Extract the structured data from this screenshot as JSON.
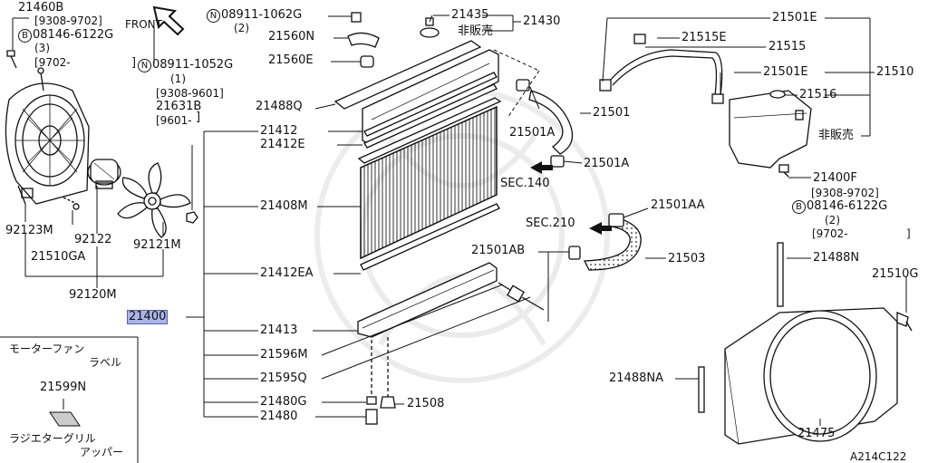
{
  "diagram_id": "A214C122",
  "front_label": "FRONT",
  "sec_refs": [
    "SEC.140",
    "SEC.210"
  ],
  "callouts": {
    "p21460B": "21460B",
    "p21460B_date": "[9308-9702]",
    "p08146_6122G_a": "08146-6122G",
    "p08146_6122G_a_qty": "(3)",
    "p08146_6122G_a_date": "[9702-",
    "p08911_1062G": "08911-1062G",
    "p08911_1062G_qty": "(2)",
    "p21435": "21435",
    "p21430": "21430",
    "hinbai_a": "非販売",
    "p21560N": "21560N",
    "p21560E": "21560E",
    "p08911_1052G": "08911-1052G",
    "p08911_1052G_qty": "(1)",
    "p08911_1052G_date": "[9308-9601]",
    "p21631B": "21631B",
    "p21631B_date": "[9601-",
    "p21488Q": "21488Q",
    "p21412": "21412",
    "p21412E": "21412E",
    "p21408M": "21408M",
    "p21412EA": "21412EA",
    "p21400": "21400",
    "p21413": "21413",
    "p21596M": "21596M",
    "p21595Q": "21595Q",
    "p21480G": "21480G",
    "p21480": "21480",
    "p21508": "21508",
    "p21501E_a": "21501E",
    "p21515E": "21515E",
    "p21515": "21515",
    "p21501E_b": "21501E",
    "p21510": "21510",
    "p21516": "21516",
    "hinbai_b": "非販売",
    "p21400F": "21400F",
    "p21400F_date": "[9308-9702]",
    "p08146_6122G_b": "08146-6122G",
    "p08146_6122G_b_qty": "(2)",
    "p08146_6122G_b_date": "[9702-",
    "p21501": "21501",
    "p21501A_a": "21501A",
    "p21501A_b": "21501A",
    "p21501AA": "21501AA",
    "p21501AB": "21501AB",
    "p21503": "21503",
    "p21488N": "21488N",
    "p21510G": "21510G",
    "p21488NA": "21488NA",
    "p21475": "21475",
    "p92123M": "92123M",
    "p92122": "92122",
    "p92121M": "92121M",
    "p21510GA": "21510GA",
    "p92120M": "92120M"
  },
  "circle_letters": [
    "N",
    "B"
  ],
  "inset": {
    "title_line1": "モーターファン",
    "title_line2": "ラベル",
    "part": "21599N",
    "footer_line1": "ラジエターグリル",
    "footer_line2": "アッパー"
  }
}
